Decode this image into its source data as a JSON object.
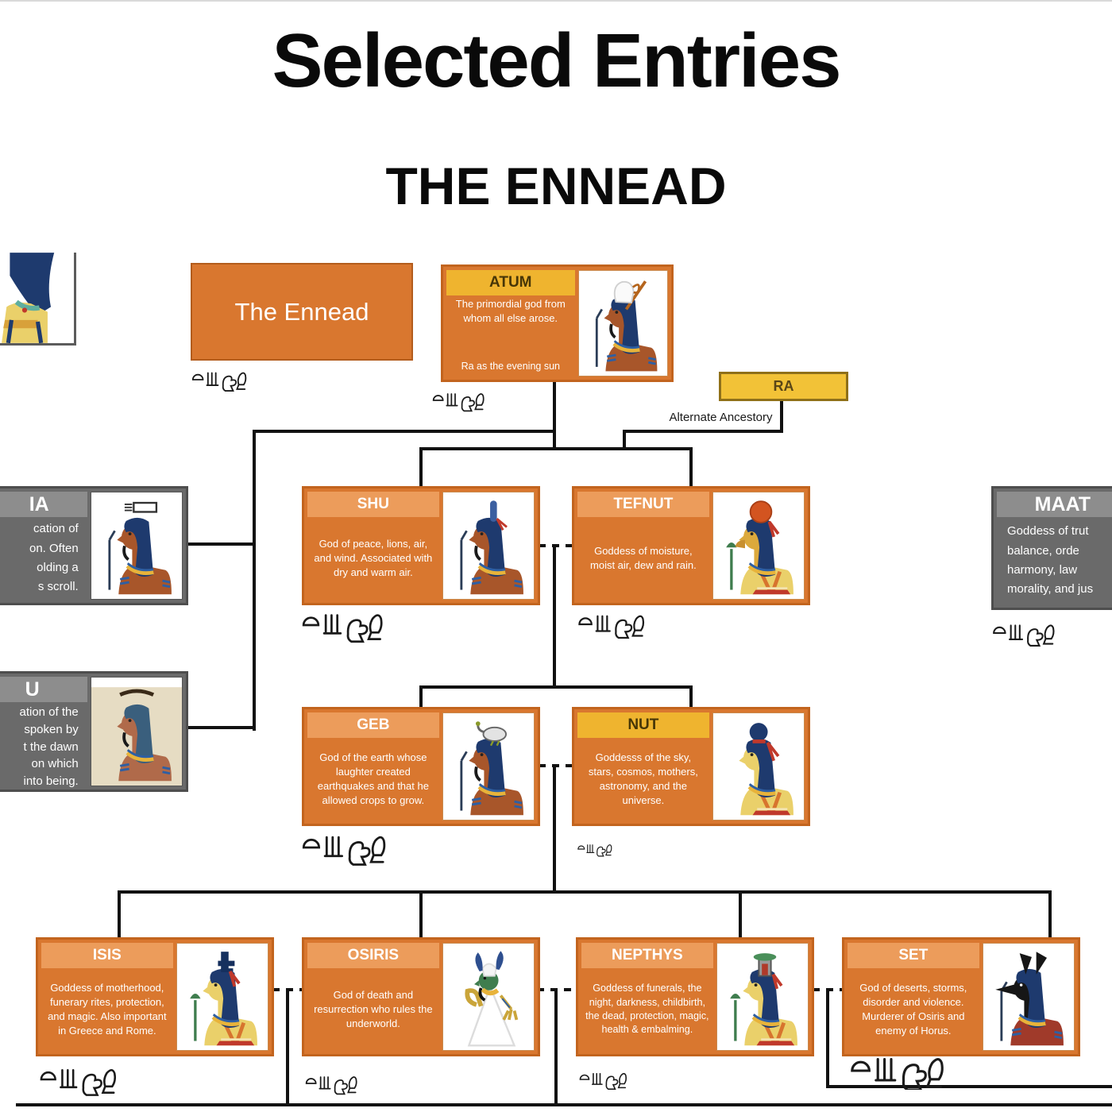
{
  "page": {
    "title": "Selected Entries",
    "subtitle": "THE ENNEAD"
  },
  "legend": {
    "box_label": "The Ennead"
  },
  "ra": {
    "label": "RA",
    "link_label": "Alternate Ancestory"
  },
  "cards": {
    "atum": {
      "name": "ATUM",
      "line1": "The primordial god from whom all else arose.",
      "line2": "Ra as the evening sun"
    },
    "sia": {
      "name": "IA",
      "lines": [
        "cation of",
        "on. Often",
        "olding a",
        "s scroll."
      ]
    },
    "hu": {
      "name": "U",
      "lines": [
        "ation of the",
        "spoken by",
        "t the dawn",
        "on which",
        "into being."
      ]
    },
    "maat": {
      "name": "MAAT",
      "lines": [
        "Goddess of trut",
        "balance, orde",
        "harmony, law",
        "morality, and jus"
      ]
    },
    "shu": {
      "name": "SHU",
      "description": "God of peace, lions, air, and wind. Associated with dry and warm air."
    },
    "tefnut": {
      "name": "TEFNUT",
      "description": "Goddess  of moisture, moist air, dew and rain."
    },
    "geb": {
      "name": "GEB",
      "description": "God of the earth whose laughter created earthquakes and that he allowed crops to grow."
    },
    "nut": {
      "name": "NUT",
      "description": "Goddesss of the sky, stars, cosmos, mothers, astronomy, and the universe."
    },
    "isis": {
      "name": "ISIS",
      "description": "Goddess of motherhood, funerary rites, protection, and magic. Also important in Greece and Rome."
    },
    "osiris": {
      "name": "OSIRIS",
      "description": "God of death and resurrection who rules the underworld."
    },
    "nepthys": {
      "name": "NEPTHYS",
      "description": "Goddess of funerals, the night, darkness, childbirth, the dead, protection, magic, health & embalming."
    },
    "set": {
      "name": "SET",
      "description": "God of deserts, storms, disorder and violence. Murderer of Osiris and enemy of Horus."
    }
  },
  "icons": {
    "hieroglyphs": "egyptian-hieroglyph-marks",
    "portraits": "deity-bust-illustration"
  },
  "colors": {
    "orange_body": "#d9772f",
    "orange_header": "#ec9c5b",
    "gold_header": "#efb42f",
    "orange_border": "#c2641e",
    "gray_body": "#6a6a6a",
    "gray_header": "#8d8d8d",
    "ra_fill": "#f2c237",
    "ra_border": "#8f7019",
    "connector": "#111111"
  }
}
